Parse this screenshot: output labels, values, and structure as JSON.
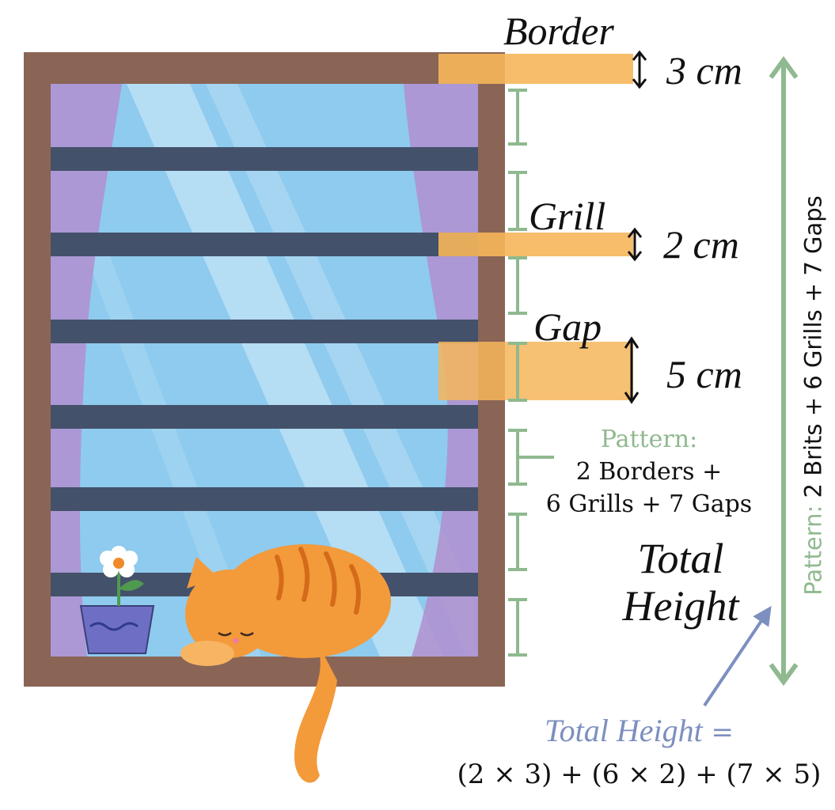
{
  "labels": {
    "border": {
      "name": "Border",
      "value": "3 cm"
    },
    "grill": {
      "name": "Grill",
      "value": "2 cm"
    },
    "gap": {
      "name": "Gap",
      "value": "5 cm"
    }
  },
  "pattern": {
    "title": "Pattern:",
    "line1": "2 Borders +",
    "line2": "6 Grills + 7 Gaps"
  },
  "total": {
    "line1": "Total",
    "line2": "Height"
  },
  "formula": {
    "label": "Total Height",
    "equals": " =",
    "expression": "(2 × 3) + (6 × 2) + (7 × 5)"
  },
  "side_note": {
    "title": "Pattern:",
    "text": " 2 Brits + 6 Grills + 7 Gaps"
  },
  "colors": {
    "frame": "#8a6455",
    "glass": "#8ecbee",
    "grill": "#44516a",
    "curtain": "#b08fcf",
    "highlight": "#f6b65a",
    "measure_green": "#8fb98f",
    "formula_blue": "#7d8fbf",
    "cat": "#f39a3b"
  }
}
